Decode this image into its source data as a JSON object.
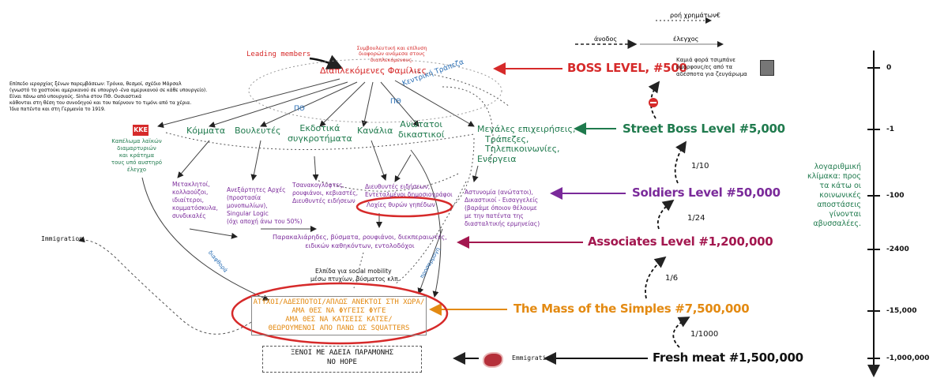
{
  "legend": {
    "money_flow": "ροή χρημάτων€",
    "ascent": "άνοδος",
    "control": "έλεγχος"
  },
  "leading_members": "Leading members",
  "families_note": "Συμβουλευτική και επίλυση διαφορών ανάμεσα στους διαπλεκόμενους.",
  "families": "Διαπλεκόμενες Φαμίλιες",
  "central_bank": "Κεντρική Τράπεζα",
  "pth_1": "ΠΘ",
  "pth_2": "ΠΘ",
  "intro_note": [
    "Επίπεδο ιεραρχίας ξένων παρεμβάσεων: Τρόικα, θεσμοί, σχέδιο Μάρσαλ",
    "(γνωστό το χαστούκι αμερικανού σε υπουργό -ένα αμερικανού σε κάθε υπουργείο).",
    "Είναι πάνω από υπουργούς. Sinha στον ΠΘ. Ουσιαστικά",
    "κάθονται στη θέση του συνοδηγού και του παίρνουν το τιμόνι από τα χέρια.",
    "Ίδια πατέντα και στη Γερμανία το 1919."
  ],
  "kke_logo": "ΚΚΕ",
  "kke_note": [
    "Καπέλωμα λαϊκών",
    "διαμαρτυριών",
    "και κράτημα",
    "τους υπό αυστηρό",
    "έλεγχο"
  ],
  "nodes": {
    "parties": "Κόμματα",
    "mps": "Βουλευτές",
    "publishers": [
      "Εκδοτικά",
      "συγκροτήματα"
    ],
    "channels": "Κανάλια",
    "courts": [
      "Ανώτατοι",
      "δικαστικοί"
    ],
    "business": [
      "Μεγάλες επιχειρήσεις,",
      "Τράπεζες,",
      "Τηλεπικοινωνίες,",
      "Ενέργεια"
    ]
  },
  "sub": {
    "cronies": [
      "Μετακλητοί,",
      "κολλαούζοι,",
      "ιδιαίτεροι,",
      "κομματόσκυλα,",
      "συνδικαλές"
    ],
    "authorities": [
      "Ανεξάρτητες Αρχές",
      "(προστασία",
      "μονοπωλίων),",
      "Singular Logic",
      "(όχι αποχή άνω του 50%)"
    ],
    "journalists_1": [
      "Τσανακογλύφτες,",
      "ρουφιάνοι, κεβιαστές,",
      "Διευθυντές ειδήσεων"
    ],
    "journalists_2": [
      "Διευθυντές ειδήσεων,",
      "Εντεταλμένοι δημοσιογράφοι"
    ],
    "highlight": "Λοχίες θυρών γηπέδων",
    "police": [
      "Αστυνομία (ανώτατοι),",
      "Δικαστικοί - Εισαγγελείς",
      "(βαράμε όποιον θέλουμε",
      "με την πατέντα της",
      "διασταλτικής ερμηνείας)"
    ],
    "middlemen": [
      "Παρακαλιάρηδες, βύσματα, ρουφιάνοι, διεκπεραιωτές,",
      "ειδικών καθηκόντων, εντολοδόχοι"
    ]
  },
  "hope_note": [
    "Ελπίδα για social mobility",
    "μέσω πτυχίων, βύσματος κλπ."
  ],
  "edge_labels": {
    "left": "διαφθορά",
    "right": "προσαρμογή"
  },
  "mass_box": [
    "ΑΤΥΧΟΙ/ΑΔΕΣΠΟΤΟΙ/ΑΠΛΩΣ ΑΝΕΚΤΟΙ ΣΤΗ ΧΩΡΑ/",
    "ΑΜΑ ΘΕΣ ΝΑ ΦΥΓΕΙΣ ΦΥΓΕ",
    "ΑΜΑ ΘΕΣ ΝΑ ΚΑΤΣΕΙΣ ΚΑΤΣΕ/",
    "ΘΕΩΡΟΥΜΕΝΟΙ ΑΠΟ ΠΑΝΩ ΩΣ SQUATTERS"
  ],
  "xenoi_box": [
    "ΞΕΝΟΙ ΜΕ ΑΔΕΙΑ ΠΑΡΑΜΟΝΗΣ",
    "NO HOPE"
  ],
  "immigration_left": "Immigration",
  "immigration_right": "Emmigration",
  "levels": [
    {
      "label": "BOSS LEVEL, #500",
      "color": "#d62a2a"
    },
    {
      "label": "Street Boss Level  #5,000",
      "color": "#1f7a4d"
    },
    {
      "label": "Soldiers Level #50,000",
      "color": "#7a2a9a"
    },
    {
      "label": "Associates Level #1,200,000",
      "color": "#a3174f"
    },
    {
      "label": "The Mass of the Simples #7,500,000",
      "color": "#e38a12"
    },
    {
      "label": "Fresh meat #1,500,000",
      "color": "#111111"
    }
  ],
  "boss_note": [
    "Καμιά φορά τσιμπάνε",
    "όμορφους/ες από τα",
    "αδέσποτα για ζευγάρωμα"
  ],
  "ratios": [
    "1/10",
    "1/24",
    "1/6",
    "1/1000"
  ],
  "log_note": [
    "λογαριθμική",
    "κλίμακα: προς",
    "τα κάτω οι",
    "κοινωνικές",
    "αποστάσεις",
    "γίνονται",
    "αβυσσαλέες."
  ],
  "scale_ticks": [
    "0",
    "-1",
    "-100",
    "-2400",
    "-15,000",
    "-1,000,000"
  ]
}
